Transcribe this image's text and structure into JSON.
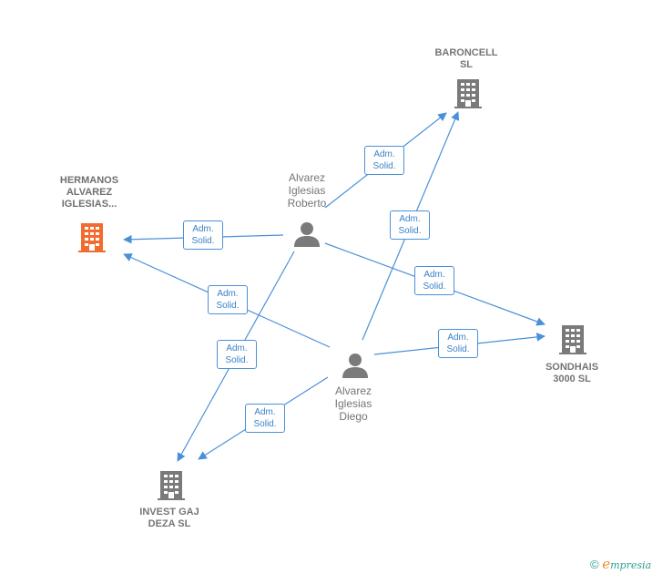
{
  "nodes": {
    "hermanos": {
      "label": "HERMANOS\nALVAREZ\nIGLESIAS...",
      "kind": "company",
      "color": "#f26b2f"
    },
    "baroncell": {
      "label": "BARONCELL\nSL",
      "kind": "company",
      "color": "#7a7a7a"
    },
    "sondhais": {
      "label": "SONDHAIS\n3000  SL",
      "kind": "company",
      "color": "#7a7a7a"
    },
    "invest": {
      "label": "INVEST GAJ\nDEZA  SL",
      "kind": "company",
      "color": "#7a7a7a"
    },
    "roberto": {
      "label": "Alvarez\nIglesias\nRoberto",
      "kind": "person",
      "color": "#7a7a7a"
    },
    "diego": {
      "label": "Alvarez\nIglesias\nDiego",
      "kind": "person",
      "color": "#7a7a7a"
    }
  },
  "edges": [
    {
      "from": "roberto",
      "to": "baroncell",
      "label": "Adm.\nSolid."
    },
    {
      "from": "roberto",
      "to": "hermanos",
      "label": "Adm.\nSolid."
    },
    {
      "from": "roberto",
      "to": "sondhais",
      "label": "Adm.\nSolid."
    },
    {
      "from": "roberto",
      "to": "invest",
      "label": "Adm.\nSolid."
    },
    {
      "from": "diego",
      "to": "baroncell",
      "label": "Adm.\nSolid."
    },
    {
      "from": "diego",
      "to": "hermanos",
      "label": "Adm.\nSolid."
    },
    {
      "from": "diego",
      "to": "sondhais",
      "label": "Adm.\nSolid."
    },
    {
      "from": "diego",
      "to": "invest",
      "label": "Adm.\nSolid."
    }
  ],
  "colors": {
    "edge": "#4a90d9",
    "badge_text": "#3b82c8",
    "highlight": "#f26b2f",
    "icon": "#7a7a7a"
  },
  "footer": {
    "copyright": "©",
    "brand_initial": "e",
    "brand_rest": "mpresia"
  }
}
